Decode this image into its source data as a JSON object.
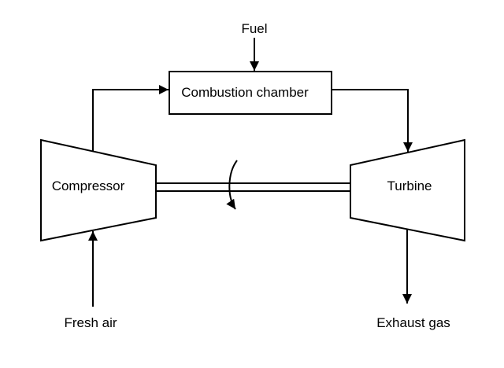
{
  "labels": {
    "fuel": "Fuel",
    "combustion_chamber": "Combustion chamber",
    "compressor": "Compressor",
    "turbine": "Turbine",
    "fresh_air": "Fresh air",
    "exhaust_gas": "Exhaust gas"
  },
  "colors": {
    "line": "#000000",
    "background": "#ffffff"
  }
}
